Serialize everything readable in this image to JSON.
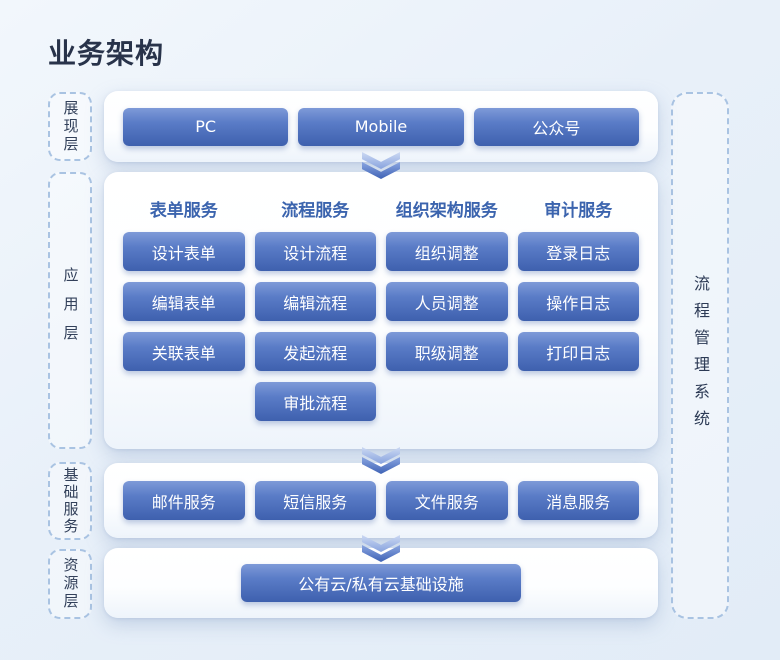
{
  "title": "业务架构",
  "left_rail": [
    {
      "label": "展现层"
    },
    {
      "label": "应用层"
    },
    {
      "label": "基础服务"
    },
    {
      "label": "资源层"
    }
  ],
  "right_rail": {
    "label": "流程管理系统"
  },
  "presentation_layer": {
    "items": [
      "PC",
      "Mobile",
      "公众号"
    ]
  },
  "application_layer": {
    "columns": [
      {
        "header": "表单服务",
        "items": [
          "设计表单",
          "编辑表单",
          "关联表单"
        ]
      },
      {
        "header": "流程服务",
        "items": [
          "设计流程",
          "编辑流程",
          "发起流程",
          "审批流程"
        ]
      },
      {
        "header": "组织架构服务",
        "items": [
          "组织调整",
          "人员调整",
          "职级调整"
        ]
      },
      {
        "header": "审计服务",
        "items": [
          "登录日志",
          "操作日志",
          "打印日志"
        ]
      }
    ]
  },
  "basic_services": {
    "items": [
      "邮件服务",
      "短信服务",
      "文件服务",
      "消息服务"
    ]
  },
  "resource_layer": {
    "items": [
      "公有云/私有云基础设施"
    ]
  },
  "colors": {
    "page_background": "#e8f0f9",
    "button_gradient_top": "#7e9ad8",
    "button_gradient_bottom": "#3e60ae",
    "column_header_text": "#3b64ae",
    "dashed_border": "#a9c3e2",
    "title_text": "#28334a",
    "button_text": "#ffffff"
  }
}
